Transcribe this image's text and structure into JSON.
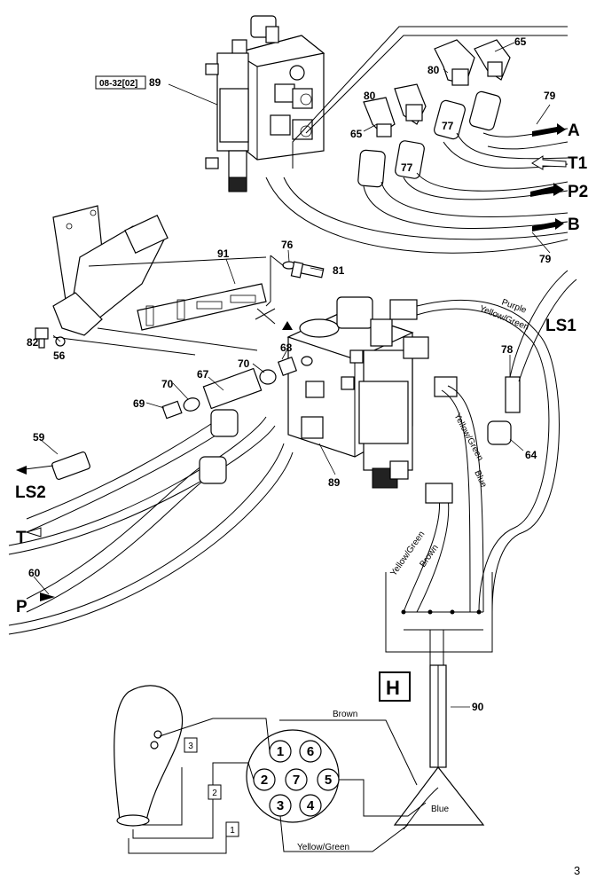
{
  "labels": {
    "ref_box": "08-32[02]",
    "n89_top": "89",
    "n65_top": "65",
    "n80_top": "80",
    "n65_mid": "65",
    "n80_left": "80",
    "n77_a": "77",
    "n77_b": "77",
    "n79_top": "79",
    "n79_bottom": "79",
    "n91": "91",
    "n76": "76",
    "n81": "81",
    "n68": "68",
    "n70_right": "70",
    "n67": "67",
    "n70_left": "70",
    "n69": "69",
    "n82": "82",
    "n56": "56",
    "n59": "59",
    "n78": "78",
    "n64": "64",
    "n89_bottom": "89",
    "n60": "60",
    "n90": "90",
    "page_number": "3"
  },
  "ports": {
    "A": "A",
    "T1": "T1",
    "P2": "P2",
    "B": "B",
    "LS1": "LS1",
    "LS2": "LS2",
    "T": "T",
    "P": "P",
    "H": "H"
  },
  "wires": {
    "purple": "Purple",
    "yellow_green_1": "Yellow/Green",
    "yellow_green_2": "Yellow/Green",
    "blue_right": "Blue",
    "yellow_green_3": "Yellow/Green",
    "brown_mid": "Brown",
    "brown_bottom": "Brown",
    "blue_bottom": "Blue",
    "yellow_green_bottom": "Yellow/Green"
  },
  "connector_pins": [
    "1",
    "6",
    "2",
    "7",
    "5",
    "3",
    "4"
  ],
  "handle_buttons": [
    "3",
    "2",
    "1"
  ]
}
